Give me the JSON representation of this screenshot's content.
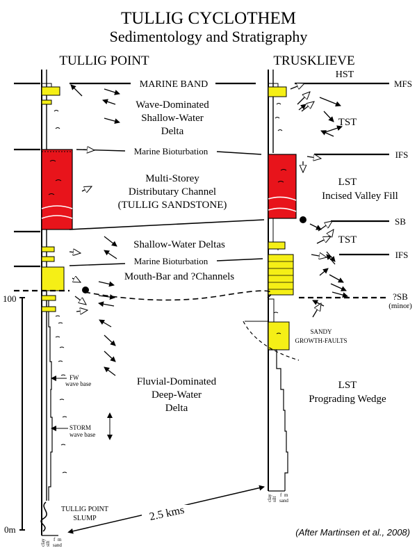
{
  "title": {
    "line1": "TULLIG CYCLOTHEM",
    "line2": "Sedimentology and Stratigraphy"
  },
  "columns": {
    "left_name": "TULLIG POINT",
    "right_name": "TRUSKLIEVE"
  },
  "correlation_labels": {
    "marine_band": "MARINE BAND",
    "marine_bioturbation_upper": "Marine Bioturbation",
    "marine_bioturbation_lower": "Marine Bioturbation"
  },
  "facies_labels": {
    "wave_dominated_1": "Wave-Dominated",
    "wave_dominated_2": "Shallow-Water",
    "wave_dominated_3": "Delta",
    "channel_1": "Multi-Storey",
    "channel_2": "Distributary Channel",
    "channel_3": "(TULLIG SANDSTONE)",
    "shallow_deltas": "Shallow-Water Deltas",
    "mouth_bar": "Mouth-Bar and ?Channels",
    "fluvial_1": "Fluvial-Dominated",
    "fluvial_2": "Deep-Water",
    "fluvial_3": "Delta"
  },
  "sequence_labels": {
    "hst": "HST",
    "mfs": "MFS",
    "tst_upper": "TST",
    "ifs_upper": "IFS",
    "lst_1": "LST",
    "lst_2": "Incised Valley Fill",
    "sb": "SB",
    "tst_lower": "TST",
    "ifs_lower": "IFS",
    "qsb": "?SB",
    "qsb_minor": "(minor)",
    "lst_wedge_1": "LST",
    "lst_wedge_2": "Prograding Wedge"
  },
  "annotations": {
    "fw": "FW",
    "fw_wave_base": "wave base",
    "storm": "STORM",
    "storm_wave_base": "wave base",
    "sandy_1": "SANDY",
    "sandy_2": "GROWTH-FAULTS",
    "slump_1": "TULLIG POINT",
    "slump_2": "SLUMP",
    "distance": "2.5 kms",
    "citation": "(After Martinsen et al., 2008)"
  },
  "scale": {
    "top_label": "100",
    "bottom_label": "0m"
  },
  "grain_axis": {
    "clay": "clay",
    "silt": "silt",
    "f": "f",
    "m": "m",
    "sand": "sand"
  },
  "colors": {
    "channel_red": "#e8141b",
    "sand_yellow": "#f5ef16",
    "line_black": "#000000"
  }
}
